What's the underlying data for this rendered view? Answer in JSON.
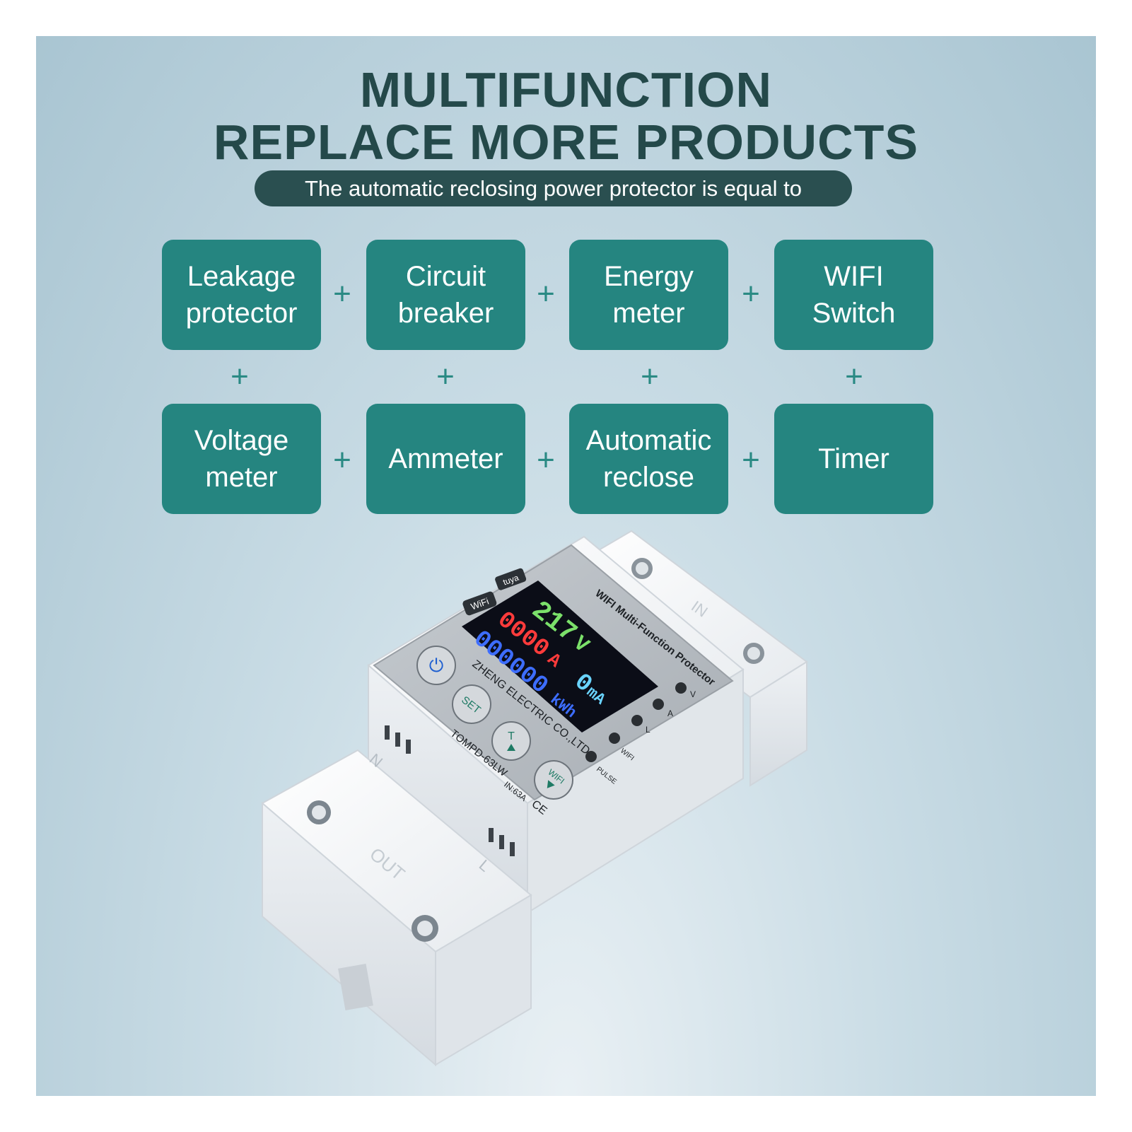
{
  "headline": {
    "line1": "MULTIFUNCTION",
    "line2": "REPLACE MORE PRODUCTS",
    "subtitle": "The automatic reclosing power protector is equal to"
  },
  "functions": [
    "Leakage\nprotector",
    "Circuit\nbreaker",
    "Energy\nmeter",
    "WIFI\nSwitch",
    "Voltage\nmeter",
    "Ammeter",
    "Automatic\nreclose",
    "Timer"
  ],
  "plus_sign": "+",
  "device": {
    "top_label": "WIFI Multi-Function Protector",
    "manufacturer": "ZHENG ELECTRIC CO.,LTD.",
    "model": "TOMPD-63LW",
    "rating": "IN:63A",
    "ce_mark": "CE",
    "badge_wifi": "WiFi",
    "badge_tuya": "tuya",
    "display": {
      "voltage": "217",
      "voltage_unit": "V",
      "current": "0000",
      "current_unit": "A",
      "leakage": "0",
      "leakage_unit": "mA",
      "energy": "000000",
      "energy_unit": "kWh"
    },
    "buttons": {
      "power": "⏻",
      "set": "SET",
      "t": "T",
      "wifi": "WIFI"
    },
    "leds": [
      "V",
      "A",
      "L",
      "WIFI",
      "PULSE"
    ],
    "terminal_in": "IN",
    "terminal_out": "OUT",
    "terminal_n": "N",
    "terminal_l": "L"
  },
  "colors": {
    "teal_box": "#258580",
    "headline": "#24494a",
    "pill": "#2a4f50"
  }
}
